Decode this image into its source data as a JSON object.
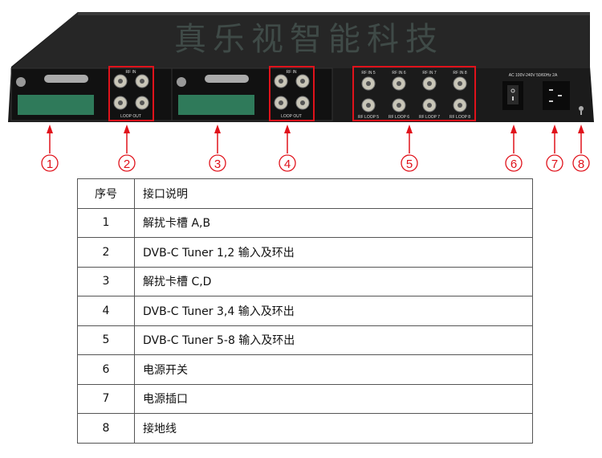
{
  "watermark": "真乐视智能科技",
  "panel": {
    "rf_in": "RF IN",
    "loop_out": "LOOP OUT",
    "rf_in_ports": [
      "RF IN 5",
      "RF IN 6",
      "RF IN 7",
      "RF IN 8"
    ],
    "rf_loop_ports": [
      "RF LOOP 5",
      "RF LOOP 6",
      "RF LOOP 7",
      "RF LOOP 8"
    ],
    "power_rating": "AC 100V-240V 50/60Hz 2A"
  },
  "callouts": [
    "①",
    "②",
    "③",
    "④",
    "⑤",
    "⑥",
    "⑦",
    "⑧"
  ],
  "colors": {
    "callout": "#e0121b",
    "chassis": "#1e1e1e"
  },
  "table": {
    "headers": [
      "序号",
      "接口说明"
    ],
    "rows": [
      {
        "n": "1",
        "d": "解扰卡槽 A,B"
      },
      {
        "n": "2",
        "d": "DVB-C Tuner 1,2 输入及环出"
      },
      {
        "n": "3",
        "d": "解扰卡槽 C,D"
      },
      {
        "n": "4",
        "d": "DVB-C Tuner 3,4 输入及环出"
      },
      {
        "n": "5",
        "d": "DVB-C Tuner 5-8 输入及环出"
      },
      {
        "n": "6",
        "d": "电源开关"
      },
      {
        "n": "7",
        "d": "电源插口"
      },
      {
        "n": "8",
        "d": "接地线"
      }
    ]
  }
}
